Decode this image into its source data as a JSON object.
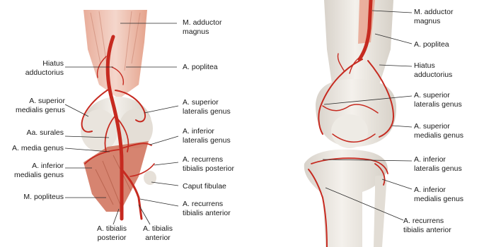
{
  "left_panel": {
    "labels": {
      "adductor_magnus": "M. adductor\nmagnus",
      "poplitea": "A. poplitea",
      "hiatus_adductorius": "Hiatus\nadductorius",
      "superior_medialis_genus": "A. superior\nmedialis genus",
      "superior_lateralis_genus": "A. superior\nlateralis genus",
      "surales": "Aa. surales",
      "inferior_lateralis_genus": "A. inferior\nlateralis genus",
      "media_genus": "A. media genus",
      "recurrens_tibialis_posterior": "A. recurrens\ntibialis posterior",
      "inferior_medialis_genus": "A. inferior\nmedialis genus",
      "caput_fibulae": "Caput fibulae",
      "popliteus": "M. popliteus",
      "recurrens_tibialis_anterior": "A. recurrens\ntibialis anterior",
      "tibialis_posterior": "A. tibialis\nposterior",
      "tibialis_anterior": "A. tibialis\nanterior"
    }
  },
  "right_panel": {
    "labels": {
      "adductor_magnus": "M. adductor\nmagnus",
      "poplitea": "A. poplitea",
      "hiatus_adductorius": "Hiatus\nadductorius",
      "superior_lateralis_genus": "A. superior\nlateralis genus",
      "superior_medialis_genus": "A. superior\nmedialis genus",
      "inferior_lateralis_genus": "A. inferior\nlateralis genus",
      "inferior_medialis_genus": "A. inferior\nmedialis genus",
      "recurrens_tibialis_anterior": "A. recurrens\ntibialis anterior"
    }
  },
  "colors": {
    "artery": "#c62a20",
    "muscle": "#d97a64",
    "bone": "#ece8e2",
    "bone_shade": "#d2cdc5",
    "leader": "#2a2a2a"
  }
}
